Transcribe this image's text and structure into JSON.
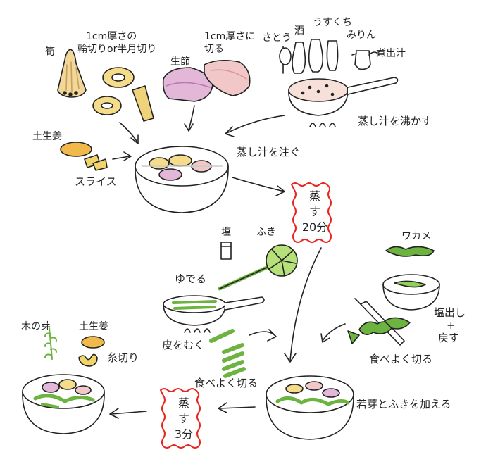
{
  "labels": {
    "bamboo": "筍",
    "bamboo_cut_1": "1cm厚さの",
    "bamboo_cut_2": "輪切りor半月切り",
    "bonito": "生節",
    "bonito_cut_1": "1cm厚さに",
    "bonito_cut_2": "切る",
    "sugar": "さとう",
    "sake": "酒",
    "usukuchi": "うすくち",
    "mirin": "みりん",
    "stock": "煮出汁",
    "boil_stock": "蒸し汁を沸かす",
    "ginger": "土生姜",
    "slice": "スライス",
    "pour_stock": "蒸し汁を注ぐ",
    "salt": "塩",
    "fuki": "ふき",
    "boil": "ゆでる",
    "peel": "皮をむく",
    "cut_fuki": "食べよく切る",
    "wakame": "ワカメ",
    "desalt_1": "塩出し",
    "desalt_2": "+",
    "desalt_3": "戻す",
    "cut_wakame": "食べよく切る",
    "add": "若芽とふきを加える",
    "kinome": "木の芽",
    "ginger2": "土生姜",
    "julienne": "糸切り"
  },
  "stamps": {
    "steam1": {
      "l1": "蒸",
      "l2": "す",
      "l3": "20分"
    },
    "steam2": {
      "l1": "蒸",
      "l2": "す",
      "l3": "3分"
    }
  },
  "colors": {
    "ink": "#222222",
    "stamp_red": "#e8251f",
    "green": "#6db33f",
    "orange": "#e9a33a",
    "purple": "#c98bb8"
  }
}
